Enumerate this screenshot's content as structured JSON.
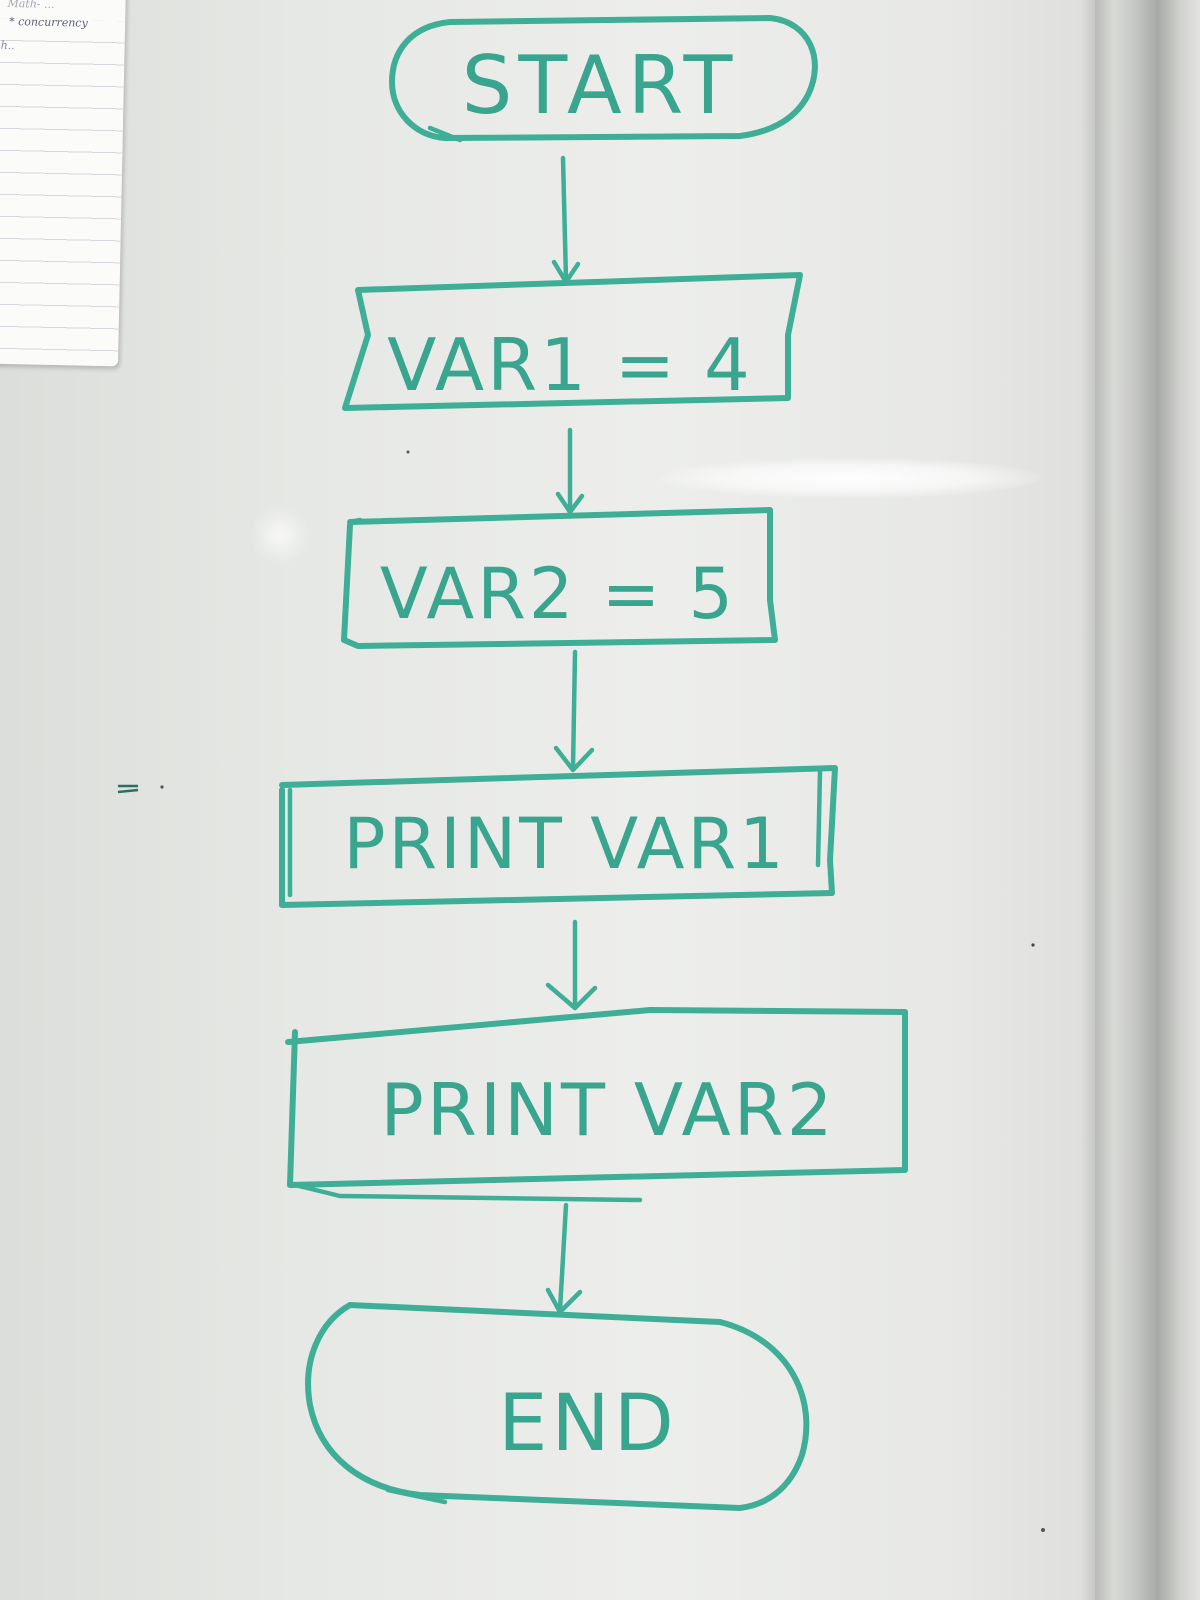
{
  "flowchart": {
    "start": "START",
    "step1": "VAR1 = 4",
    "step2": "VAR2 = 5",
    "step3": "PRINT VAR1",
    "step4": "PRINT VAR2",
    "end": "END"
  },
  "sticky_note": {
    "line1": "Math- ...",
    "line2": "* concurrency",
    "line3": "h.."
  },
  "colors": {
    "marker": "#3fae97",
    "board": "#e8e9e6"
  }
}
